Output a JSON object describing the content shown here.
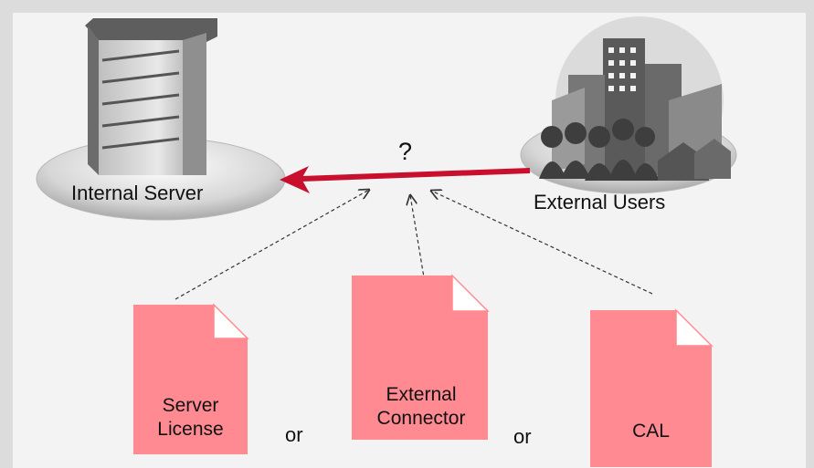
{
  "diagram": {
    "server_label": "Internal Server",
    "users_label": "External Users",
    "question_mark": "?",
    "options": [
      {
        "line1": "Server",
        "line2": "License"
      },
      {
        "line1": "External",
        "line2": "Connector"
      },
      {
        "line1": "CAL",
        "line2": ""
      }
    ],
    "separators": [
      "or",
      "or"
    ],
    "colors": {
      "arrow": "#c8102e",
      "document_fill": "#ff8a92",
      "panel": "#f3f3f3",
      "frame": "#dcdcdc"
    },
    "icons": [
      "server-tower-icon",
      "city-people-globe-icon",
      "document-icon"
    ]
  }
}
